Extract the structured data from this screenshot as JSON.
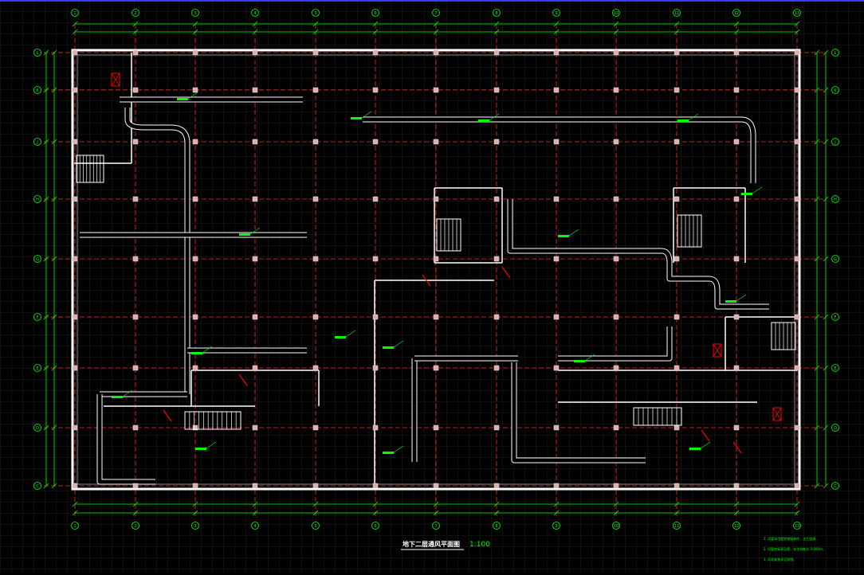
{
  "drawing": {
    "title": "地下二层通风平面图",
    "scale": "1:100",
    "grid_x_labels": [
      "1",
      "2",
      "3",
      "4",
      "5",
      "6",
      "7",
      "8",
      "9",
      "10",
      "11",
      "12",
      "13"
    ],
    "grid_y_labels": [
      "L",
      "K",
      "J",
      "H",
      "G",
      "F",
      "E",
      "D",
      "C",
      "B",
      "A"
    ],
    "notes": [
      "1. 风管采用镀锌钢板制作，法兰连接。",
      "2. 风管底标高见图，未注明者为-3.000m。",
      "3. 风机安装详见说明。"
    ],
    "colors": {
      "background": "#000000",
      "grid": "#2a2a2a",
      "axis": "#ff2a2a",
      "wall": "#ffffff",
      "dimension": "#00ff00",
      "column": "#e0e0e0",
      "accent_red": "#ff0000",
      "stair": "#ffffff"
    },
    "icons": [
      "column-icon",
      "stair-icon",
      "fan-icon"
    ]
  }
}
